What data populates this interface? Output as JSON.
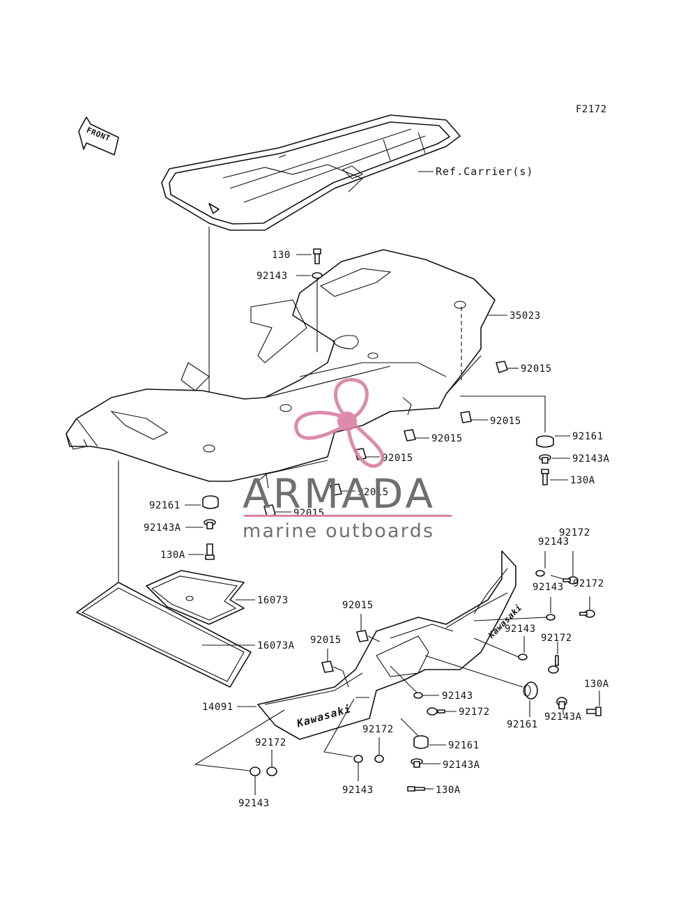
{
  "figure_code": "F2172",
  "front_label": "FRONT",
  "reference_label": "Ref.Carrier(s)",
  "brand_marks": [
    "Kawasaki",
    "Kawasaki"
  ],
  "watermark": {
    "title": "ARMADA",
    "subtitle": "marine outboards",
    "accent_color": "#d97fa3",
    "text_color": "#6f6f6f"
  },
  "part_labels": [
    "130",
    "92143",
    "35023",
    "92015",
    "92015",
    "92015",
    "92015",
    "92015",
    "92015",
    "92161",
    "92143A",
    "130A",
    "92161",
    "92143A",
    "130A",
    "16073",
    "16073A",
    "92143",
    "92172",
    "92143",
    "92172",
    "92143",
    "92172",
    "92015",
    "92015",
    "92143",
    "92172",
    "92161",
    "130A",
    "92143A",
    "14091",
    "92172",
    "92143",
    "92172",
    "92161",
    "92143A",
    "130A",
    "92143"
  ]
}
